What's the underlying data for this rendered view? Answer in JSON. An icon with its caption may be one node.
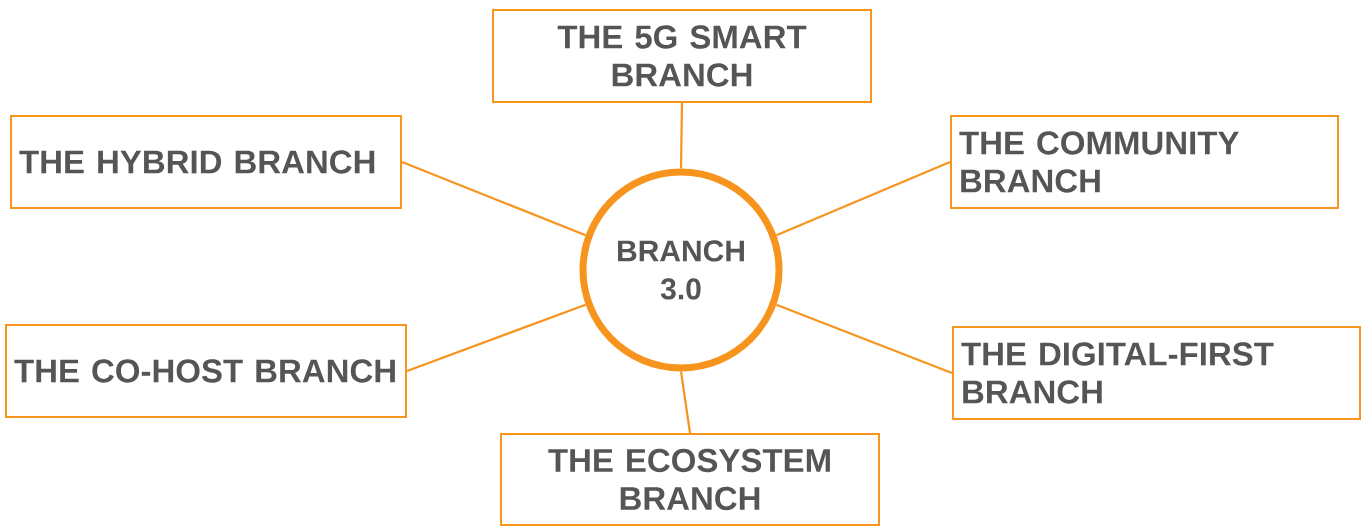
{
  "diagram": {
    "nodes": [
      {
        "text": [
          "THE 5G SMART BRANCH"
        ]
      },
      {
        "text": [
          "THE HYBRID BRANCH"
        ]
      },
      {
        "text": [
          "THE COMMUNITY BRANCH"
        ]
      },
      {
        "text": [
          "BRANCH 3.0"
        ]
      },
      {
        "text": [
          "THE CO-HOST BRANCH"
        ]
      },
      {
        "text": [
          "THE DIGITAL-FIRST BRANCH"
        ]
      },
      {
        "text": [
          "THE ECOSYSTEM BRANCH"
        ]
      }
    ],
    "edges": [
      {
        "from": 3,
        "to": 0,
        "arrow": "none"
      },
      {
        "from": 3,
        "to": 1,
        "arrow": "none"
      },
      {
        "from": 3,
        "to": 2,
        "arrow": "none"
      },
      {
        "from": 3,
        "to": 4,
        "arrow": "none"
      },
      {
        "from": 3,
        "to": 5,
        "arrow": "none"
      },
      {
        "from": 3,
        "to": 6,
        "arrow": "none"
      }
    ]
  }
}
